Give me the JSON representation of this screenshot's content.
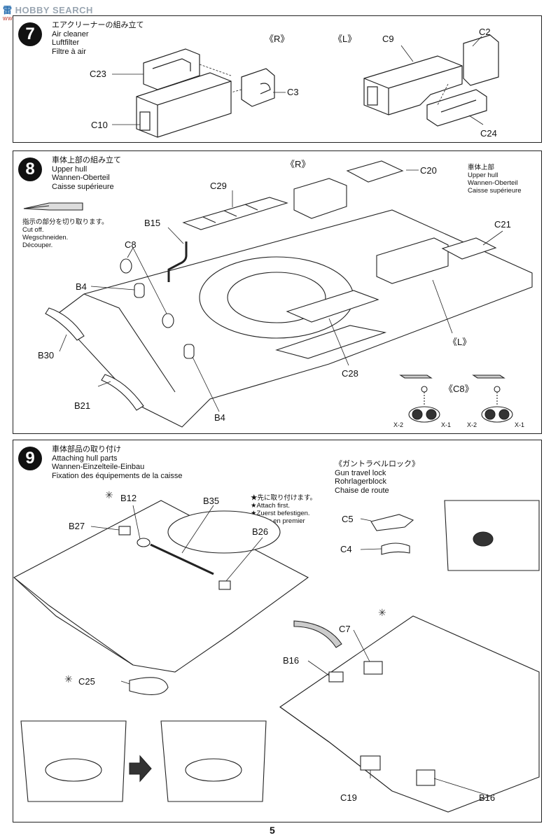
{
  "watermark": {
    "text_cn": "雷",
    "text": "HOBBY SEARCH",
    "url": "www.shoot.com"
  },
  "steps": {
    "s7": {
      "number": "7",
      "title_ja": "エアクリーナーの組み立て",
      "title_en": "Air cleaner",
      "title_de": "Luftfilter",
      "title_fr": "Filtre à air",
      "side_r": "《R》",
      "side_l": "《L》",
      "parts": {
        "c23": "C23",
        "c3": "C3",
        "c10": "C10",
        "c9": "C9",
        "c2": "C2",
        "c24": "C24"
      }
    },
    "s8": {
      "number": "8",
      "title_ja": "車体上部の組み立て",
      "title_en": "Upper hull",
      "title_de": "Wannen-Oberteil",
      "title_fr": "Caisse supérieure",
      "cut_ja": "指示の部分を切り取ります。",
      "cut_en": "Cut off.",
      "cut_de": "Wegschneiden.",
      "cut_fr": "Découper.",
      "callout_ja": "車体上部",
      "callout_en": "Upper hull",
      "callout_de": "Wannen-Oberteil",
      "callout_fr": "Caisse supérieure",
      "side_r": "《R》",
      "side_l": "《L》",
      "c8_detail": "《C8》",
      "parts": {
        "c29": "C29",
        "c20": "C20",
        "b15": "B15",
        "c8": "C8",
        "c21": "C21",
        "b4a": "B4",
        "b4b": "B4",
        "b30": "B30",
        "c28": "C28",
        "b21": "B21"
      },
      "x_labels": {
        "x2a": "X-2",
        "x1a": "X-1",
        "x2b": "X-2",
        "x1b": "X-1"
      }
    },
    "s9": {
      "number": "9",
      "title_ja": "車体部品の取り付け",
      "title_en": "Attaching hull parts",
      "title_de": "Wannen-Einzelteile-Einbau",
      "title_fr": "Fixation des équipements de la caisse",
      "attach_ja": "★先に取り付けます。",
      "attach_en": "★Attach first.",
      "attach_de": "★Zuerst befestigen.",
      "attach_fr": "★Fixer en premier",
      "lock_ja": "《ガントラベルロック》",
      "lock_en": "Gun travel lock",
      "lock_de": "Rohrlagerblock",
      "lock_fr": "Chaise de route",
      "parts": {
        "b12": "B12",
        "b35": "B35",
        "b27": "B27",
        "b26": "B26",
        "c25": "C25",
        "c5": "C5",
        "c4": "C4",
        "c7": "C7",
        "b16a": "B16",
        "c19": "C19",
        "b16b": "B16"
      }
    }
  },
  "page_number": "5"
}
